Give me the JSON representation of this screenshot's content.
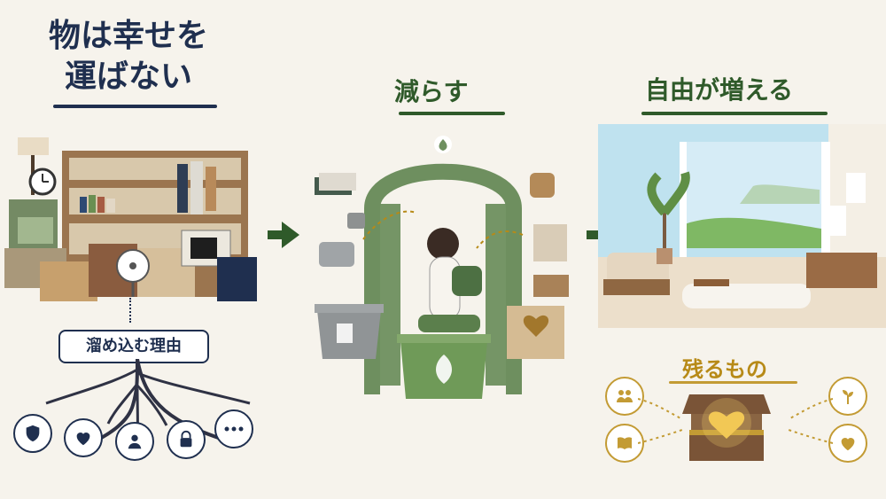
{
  "left": {
    "title_line1": "物は幸せを",
    "title_line2": "運ばない",
    "label": "溜め込む理由"
  },
  "middle": {
    "title": "減らす"
  },
  "right": {
    "title": "自由が増える",
    "remain_title": "残るもの"
  },
  "icons": {
    "left_bottom": [
      "shield-icon",
      "heart-icon",
      "person-icon",
      "lock-icon",
      "more-icon"
    ],
    "right_bottom": [
      "people-icon",
      "plant-icon",
      "book-icon",
      "heart-icon"
    ]
  },
  "colors": {
    "navy": "#1f2f4f",
    "green": "#2f5a2a",
    "gold": "#c39b34",
    "background": "#f6f3ec"
  }
}
